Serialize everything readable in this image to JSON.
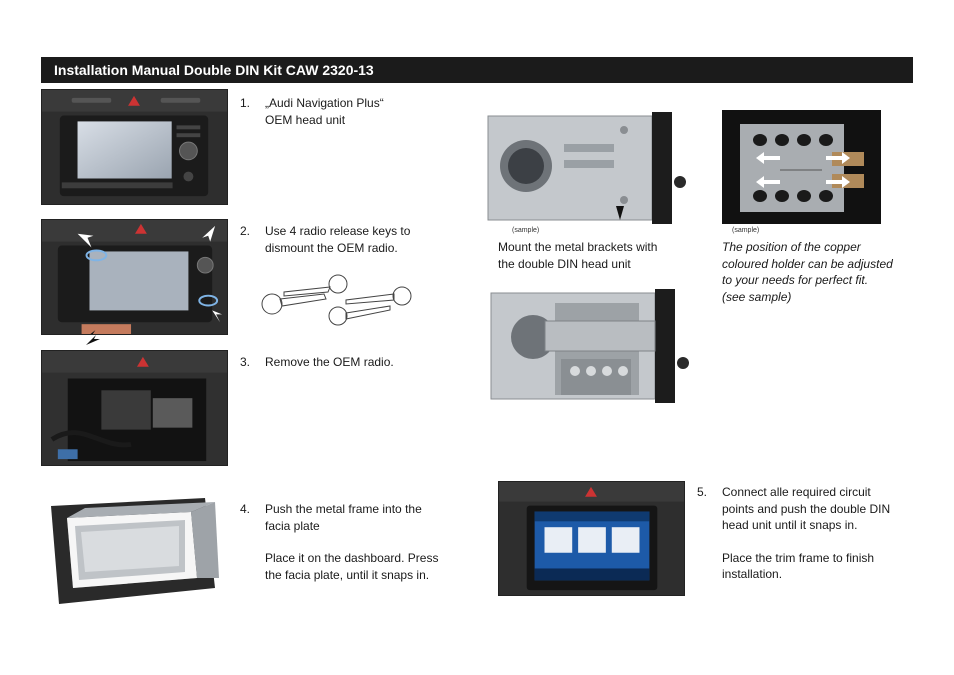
{
  "title": "Installation Manual Double DIN Kit CAW 2320-13",
  "steps": {
    "s1": {
      "num": "1.",
      "lines": [
        "„Audi Navigation Plus“",
        "OEM head unit"
      ]
    },
    "s2": {
      "num": "2.",
      "lines": [
        "Use 4 radio release keys to",
        "dismount the OEM radio."
      ]
    },
    "s3": {
      "num": "3.",
      "lines": [
        "Remove the OEM radio."
      ]
    },
    "s4": {
      "num": "4.",
      "lines": [
        "Push the metal frame into the",
        "facia plate"
      ],
      "lines2": [
        "Place it on the dashboard. Press",
        "the facia plate, until it snaps in."
      ]
    },
    "s5": {
      "num": "5.",
      "lines": [
        "Connect alle required circuit",
        "points and push the double DIN",
        "head unit until it snaps in."
      ],
      "lines2": [
        "Place the trim frame to finish",
        "installation."
      ]
    }
  },
  "captions": {
    "sample_left": "(sample)",
    "sample_right": "(sample)"
  },
  "notes": {
    "mount": [
      "Mount the metal brackets with",
      "the double DIN head unit"
    ],
    "position": [
      "The position of the copper",
      "coloured holder can be adjusted",
      "to your needs for perfect fit.",
      "(see sample)"
    ]
  },
  "colors": {
    "title_bg": "#1b1b1b",
    "dash": "#2b2b2b",
    "screen": "#c9cfd8",
    "metal": "#b8bcc0",
    "copper": "#b08a5a",
    "blue_screen": "#1d5aa8"
  }
}
